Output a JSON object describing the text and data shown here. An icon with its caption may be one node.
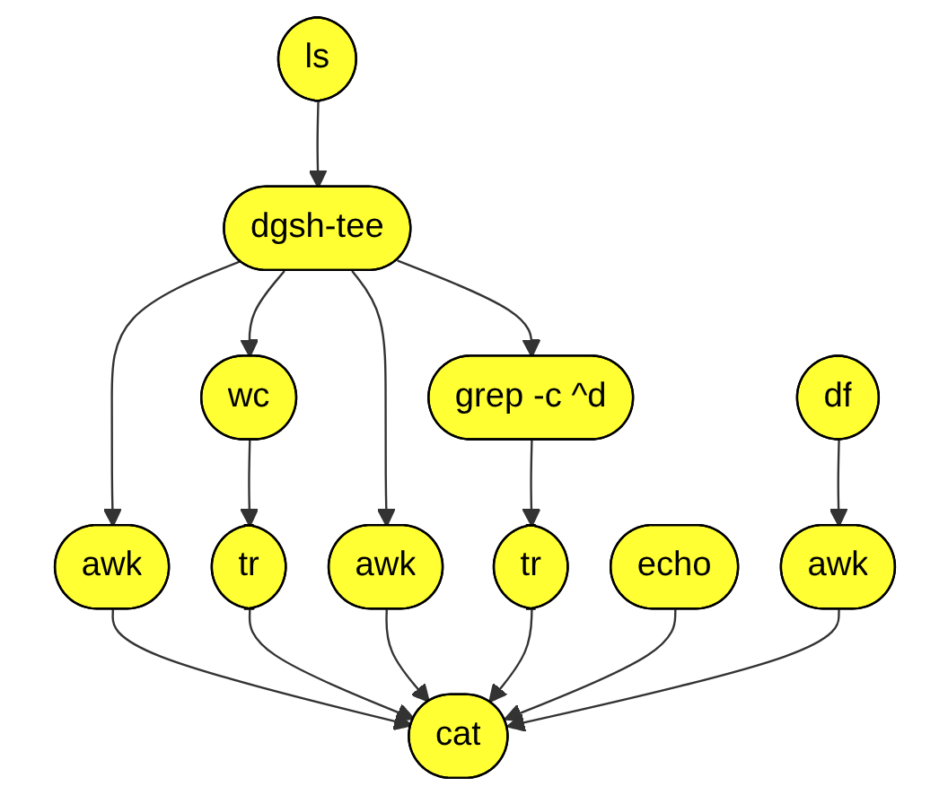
{
  "diagram": {
    "nodes": [
      {
        "text": [
          "ls"
        ]
      },
      {
        "text": [
          "dgsh-tee"
        ]
      },
      {
        "text": [
          "wc"
        ]
      },
      {
        "text": [
          "awk"
        ]
      },
      {
        "text": [
          "grep -c ^d"
        ]
      },
      {
        "text": [
          "df"
        ]
      },
      {
        "text": [
          "awk"
        ]
      },
      {
        "text": [
          "tr"
        ]
      },
      {
        "text": [
          "tr"
        ]
      },
      {
        "text": [
          "echo"
        ]
      },
      {
        "text": [
          "awk"
        ]
      },
      {
        "text": [
          "cat"
        ]
      }
    ],
    "edges": [
      {
        "from": 0,
        "to": 1,
        "arrow": "to"
      },
      {
        "from": 1,
        "to": 6,
        "arrow": "to"
      },
      {
        "from": 1,
        "to": 2,
        "arrow": "to"
      },
      {
        "from": 1,
        "to": 3,
        "arrow": "to"
      },
      {
        "from": 1,
        "to": 4,
        "arrow": "to"
      },
      {
        "from": 5,
        "to": 10,
        "arrow": "to"
      },
      {
        "from": 2,
        "to": 7,
        "arrow": "to"
      },
      {
        "from": 4,
        "to": 8,
        "arrow": "to"
      },
      {
        "from": 6,
        "to": 11,
        "arrow": "to"
      },
      {
        "from": 7,
        "to": 11,
        "arrow": "to"
      },
      {
        "from": 3,
        "to": 11,
        "arrow": "to"
      },
      {
        "from": 8,
        "to": 11,
        "arrow": "to"
      },
      {
        "from": 9,
        "to": 11,
        "arrow": "to"
      },
      {
        "from": 10,
        "to": 11,
        "arrow": "to"
      }
    ]
  }
}
